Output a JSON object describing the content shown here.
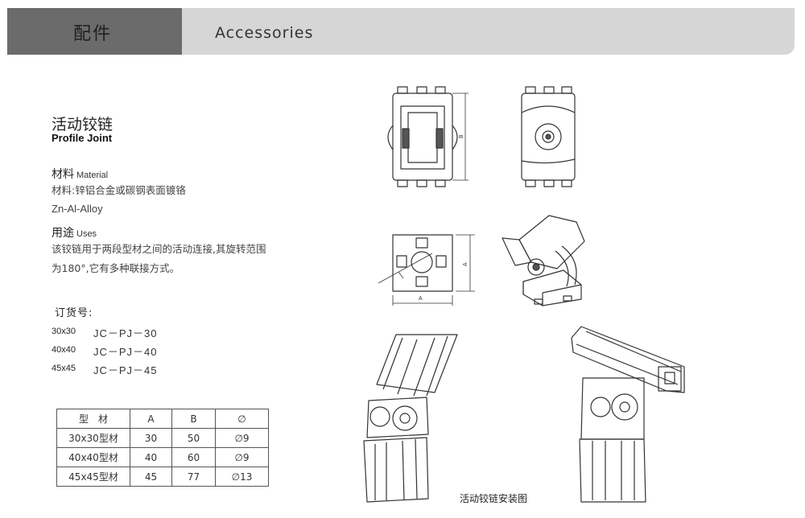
{
  "header": {
    "cn": "配件",
    "en": "Accessories"
  },
  "product": {
    "name_cn": "活动铰链",
    "name_en": "Profile Joint"
  },
  "material": {
    "head_cn": "材料",
    "head_en": "Material",
    "line1": "材料:锌铝合金或碳钢表面镀铬",
    "line2": "Zn-Al-Alloy"
  },
  "uses": {
    "head_cn": "用途",
    "head_en": "Uses",
    "line1": "该铰链用于两段型材之间的活动连接,其旋转范围",
    "line2": "为180°,它有多种联接方式。"
  },
  "order": {
    "head": "订货号:",
    "items": [
      {
        "size": "30x30",
        "code": "JC－PJ－30"
      },
      {
        "size": "40x40",
        "code": "JC－PJ－40"
      },
      {
        "size": "45x45",
        "code": "JC－PJ－45"
      }
    ]
  },
  "table": {
    "headers": [
      "型　材",
      "A",
      "B",
      "∅"
    ],
    "rows": [
      [
        "30x30型材",
        "30",
        "50",
        "∅9"
      ],
      [
        "40x40型材",
        "40",
        "60",
        "∅9"
      ],
      [
        "45x45型材",
        "45",
        "77",
        "∅13"
      ]
    ]
  },
  "drawing": {
    "label_a": "A",
    "label_b": "B",
    "caption": "活动铰链安装图"
  }
}
